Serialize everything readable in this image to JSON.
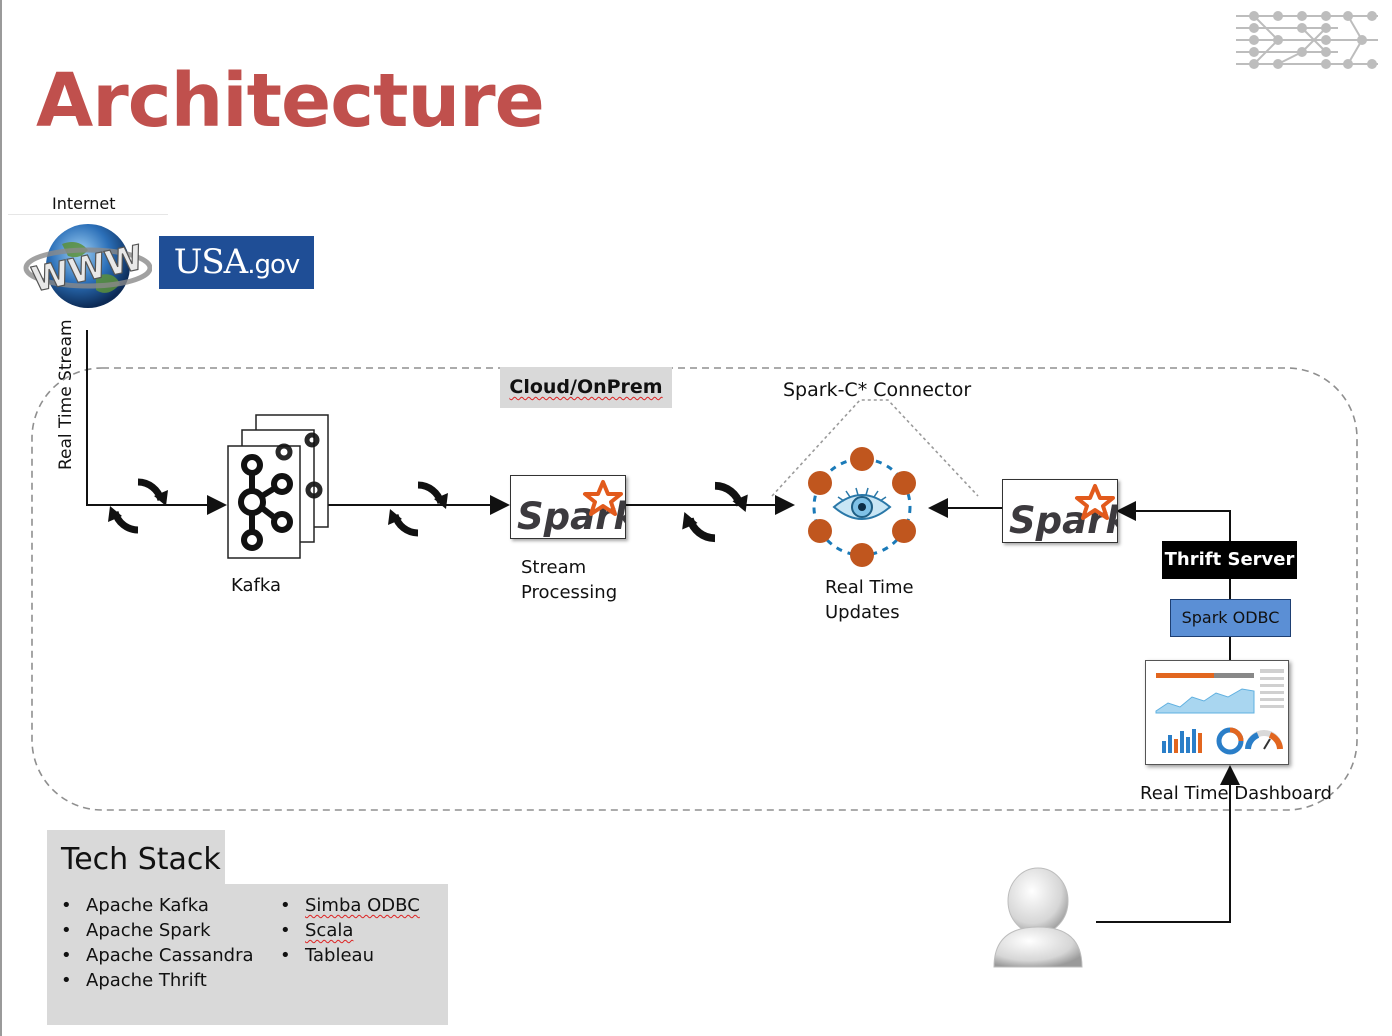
{
  "slide": {
    "title": "Architecture"
  },
  "source": {
    "internet_label": "Internet",
    "www_logo_text": "WWW",
    "usa_gov_logo": {
      "main": "USA",
      "suffix": ".gov"
    },
    "stream_label": "Real Time Stream"
  },
  "environment": {
    "label": "Cloud/OnPrem"
  },
  "kafka": {
    "label": "Kafka"
  },
  "stream_processing": {
    "logo_text": "Spark",
    "label_line1": "Stream",
    "label_line2": "Processing"
  },
  "cassandra": {
    "connector_label": "Spark-C* Connector",
    "label_line1": "Real Time",
    "label_line2": "Updates"
  },
  "query_engine": {
    "logo_text": "Spark",
    "thrift_label": "Thrift Server",
    "odbc_label": "Spark ODBC"
  },
  "dashboard": {
    "label": "Real Time Dashboard"
  },
  "tech_stack": {
    "title": "Tech Stack",
    "column1": [
      "Apache Kafka",
      "Apache Spark",
      "Apache Cassandra",
      "Apache Thrift"
    ],
    "column2": [
      "Simba ODBC",
      "Scala",
      "Tableau"
    ]
  },
  "icons": {
    "cycle": "sync-cycle-icon",
    "kafka": "kafka-logo-icon",
    "cassandra": "cassandra-eye-icon",
    "user": "user-silhouette-icon",
    "network": "network-nodes-icon"
  },
  "colors": {
    "title": "#c0504d",
    "usa_gov_bg": "#1f4e96",
    "spark_star": "#e25a1c",
    "cassandra_node": "#c0561e",
    "odbc_bg": "#5b8fd5",
    "panel_bg": "#d9d9d9"
  }
}
